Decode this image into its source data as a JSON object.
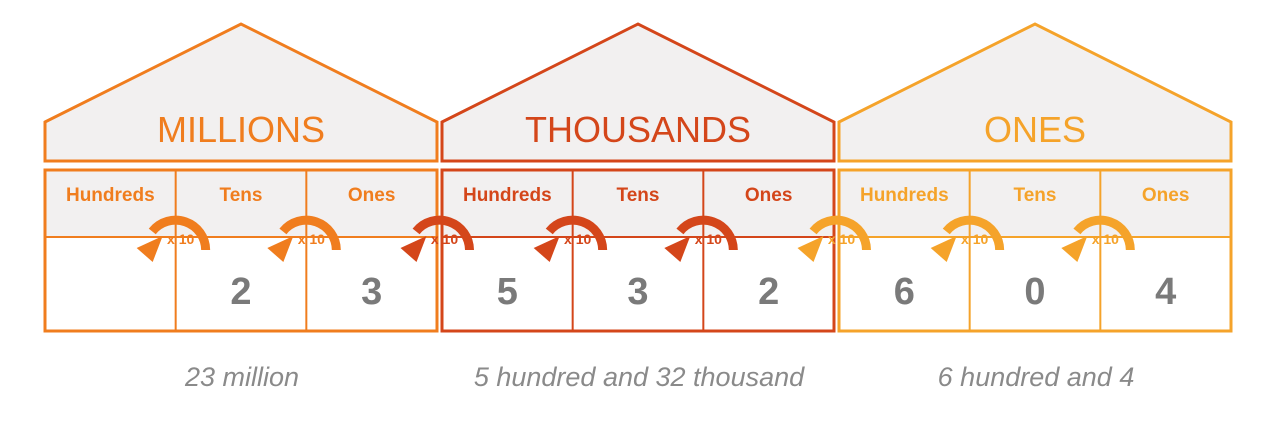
{
  "colors": {
    "millions": "#f07d1e",
    "thousands": "#d4461a",
    "ones": "#f5a32a",
    "house_fill": "#f2f0f0",
    "digit": "#7a7a7a",
    "caption": "#8a8a8a"
  },
  "multiplier_label": "x 10",
  "groups": [
    {
      "key": "millions",
      "title": "MILLIONS",
      "columns": [
        "Hundreds",
        "Tens",
        "Ones"
      ],
      "digits": [
        "",
        "2",
        "3"
      ],
      "caption": "23 million"
    },
    {
      "key": "thousands",
      "title": "THOUSANDS",
      "columns": [
        "Hundreds",
        "Tens",
        "Ones"
      ],
      "digits": [
        "5",
        "3",
        "2"
      ],
      "caption": "5 hundred and 32 thousand"
    },
    {
      "key": "ones",
      "title": "ONES",
      "columns": [
        "Hundreds",
        "Tens",
        "Ones"
      ],
      "digits": [
        "6",
        "0",
        "4"
      ],
      "caption": "6 hundred and 4"
    }
  ]
}
